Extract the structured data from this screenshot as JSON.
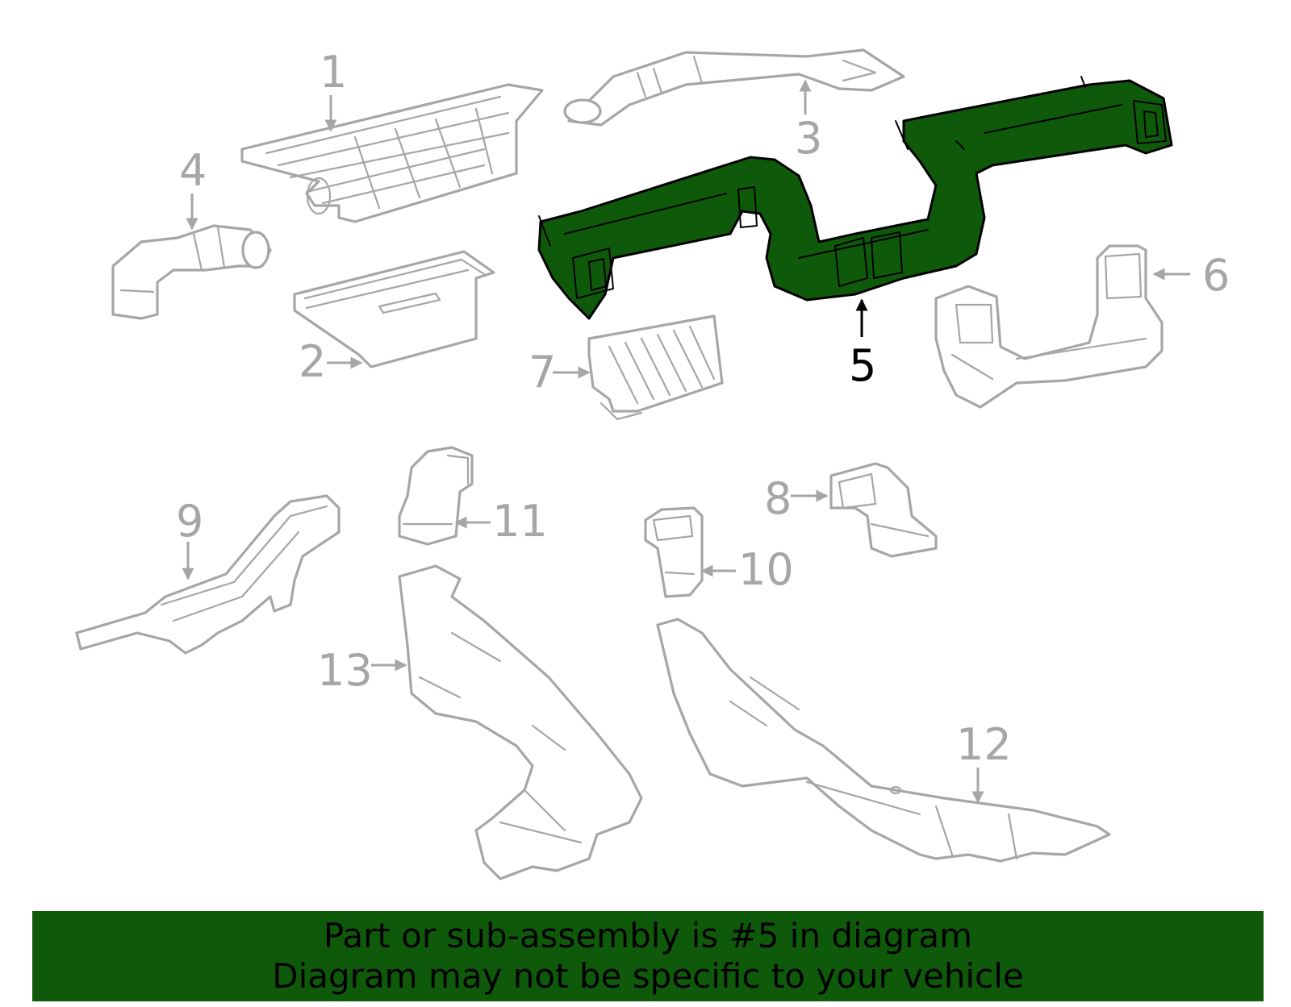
{
  "diagram": {
    "callouts": [
      "1",
      "2",
      "3",
      "4",
      "5",
      "6",
      "7",
      "8",
      "9",
      "10",
      "11",
      "12",
      "13"
    ],
    "highlighted_part": "5",
    "colors": {
      "highlight_fill": "#0f5a0a",
      "part_stroke": "#a6a6a6",
      "highlight_stroke": "#000000"
    }
  },
  "banner": {
    "line1": "Part or sub-assembly is #5 in diagram",
    "line2": "Diagram may not be specific to your vehicle"
  }
}
